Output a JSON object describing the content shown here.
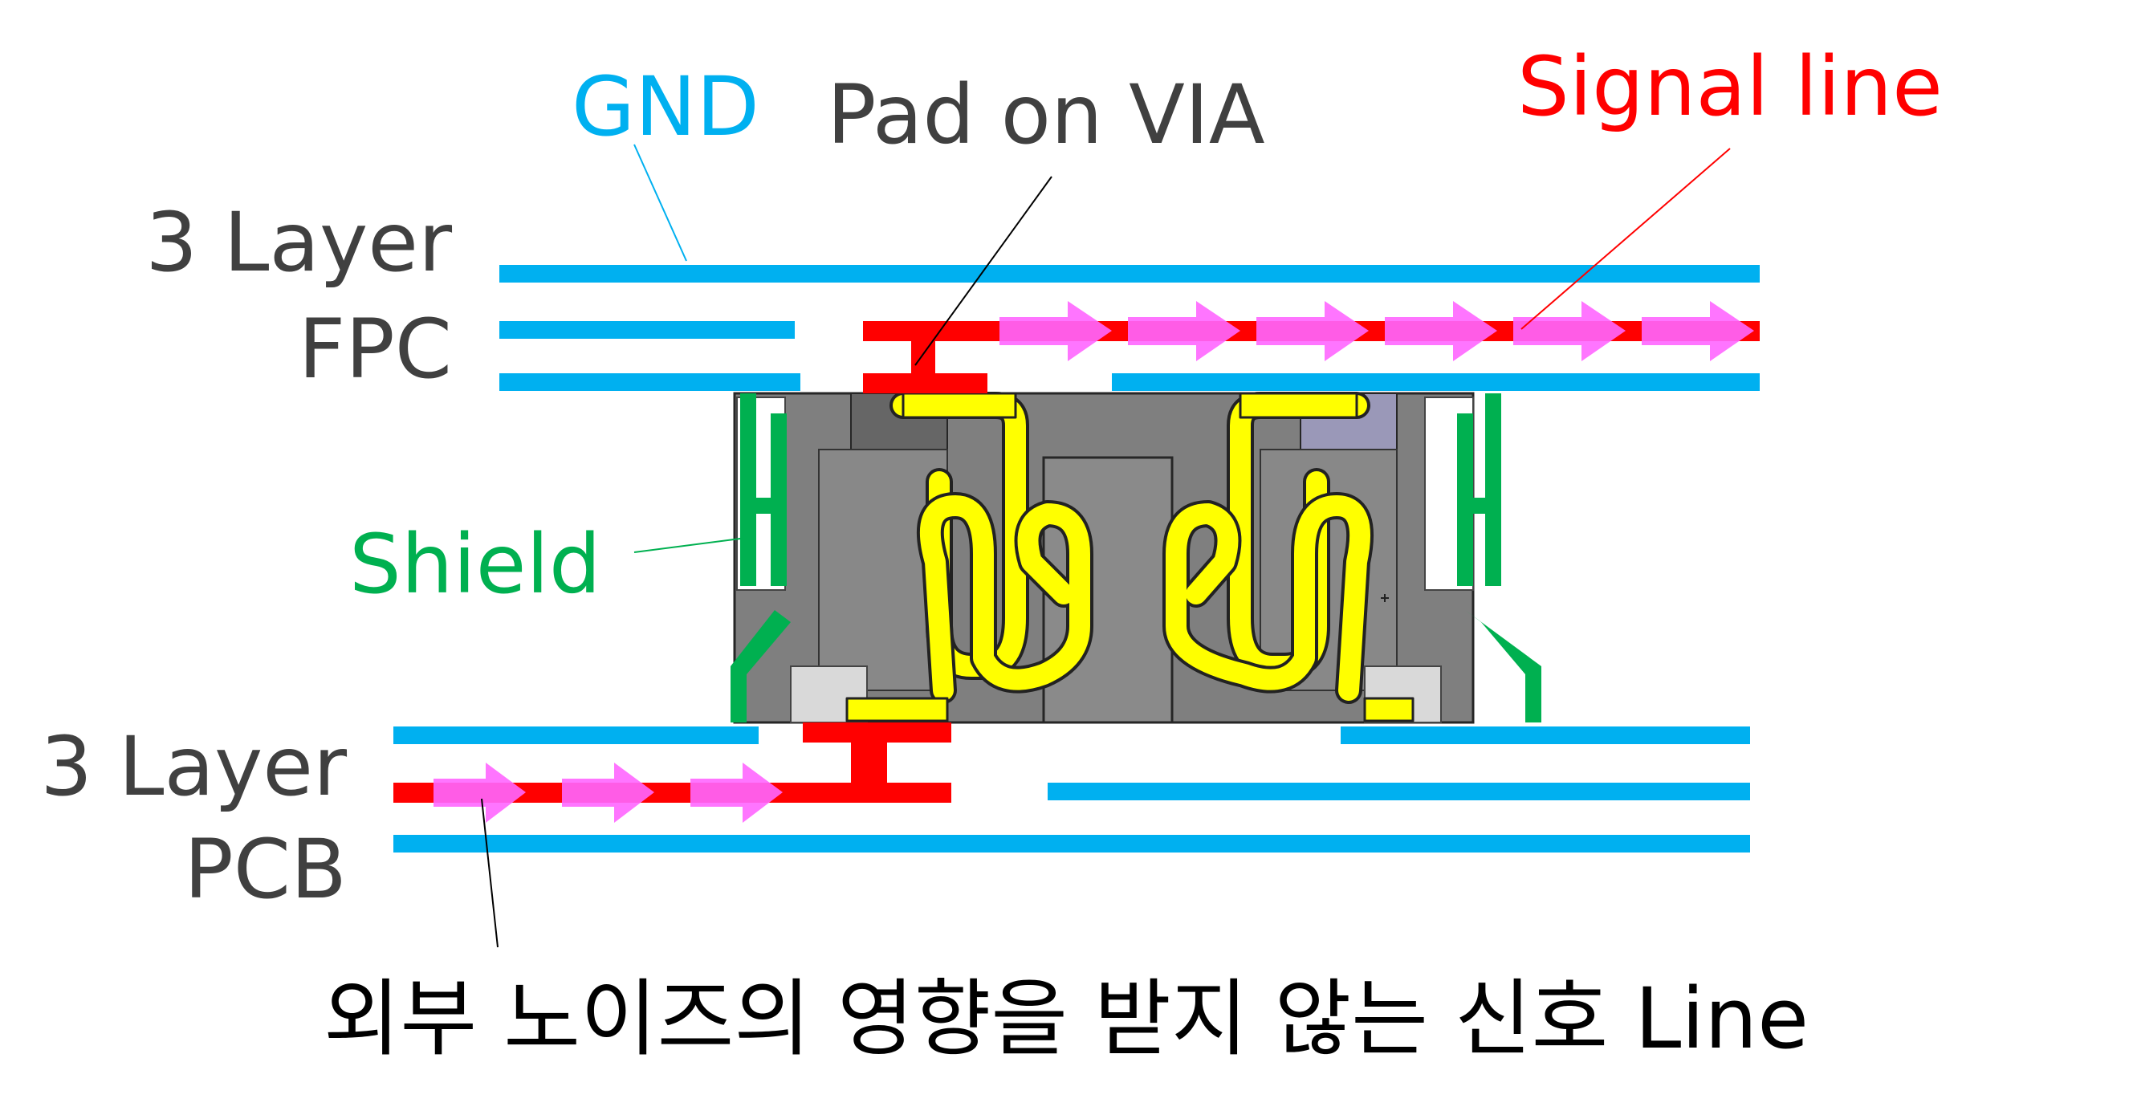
{
  "labels": {
    "gnd": "GND",
    "pad_on_via": "Pad on VIA",
    "signal_line": "Signal line",
    "fpc_line1": "3 Layer",
    "fpc_line2": "FPC",
    "shield": "Shield",
    "pcb_line1": "3 Layer",
    "pcb_line2": "PCB",
    "caption": "외부 노이즈의 영향을 받지 않는 신호 Line"
  },
  "colors": {
    "gnd": "#00b0f0",
    "signal": "#ff0000",
    "shield": "#00b050",
    "arrow": "#ff66ff",
    "contact": "#ffff00",
    "body": "#808080",
    "text": "#404040",
    "caption": "#000000"
  }
}
